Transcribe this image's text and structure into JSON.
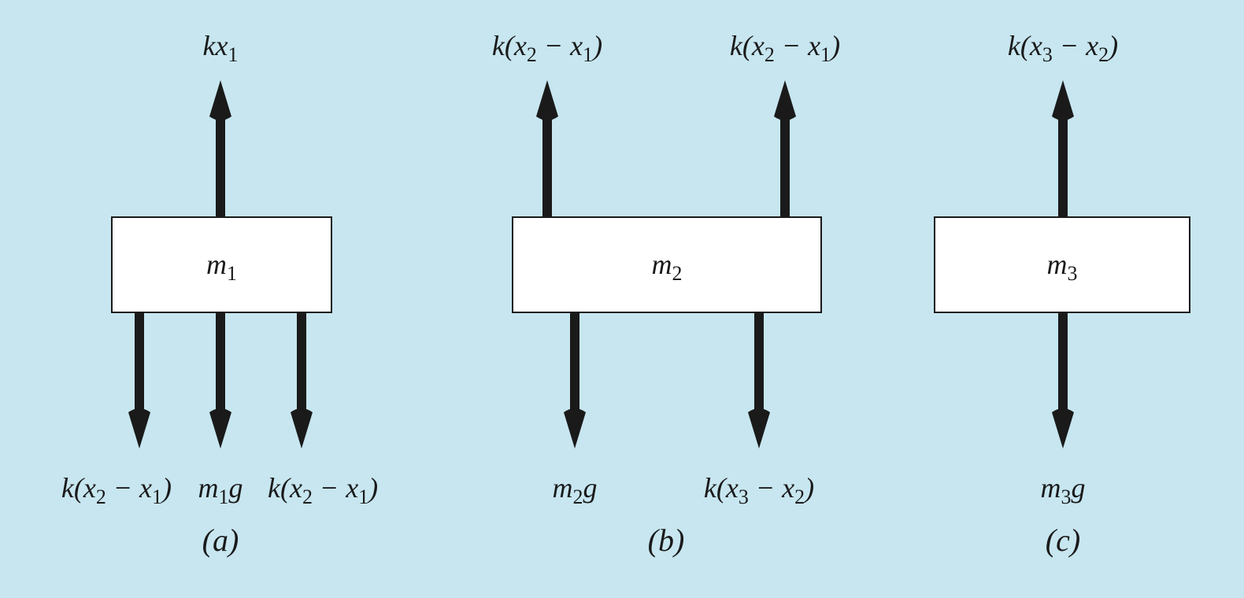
{
  "colors": {
    "background": "#c7e6f0",
    "arrow": "#1a1a1a",
    "box": "#ffffff"
  },
  "panels": [
    {
      "caption": [
        [
          "(a)",
          ""
        ]
      ],
      "mass": [
        [
          "m",
          ""
        ],
        [
          "",
          "1"
        ]
      ],
      "up_labels": [
        [
          [
            "kx",
            ""
          ],
          [
            "",
            "1"
          ]
        ]
      ],
      "down_labels": [
        [
          [
            "k(x",
            ""
          ],
          [
            "",
            "2"
          ],
          [
            " − x",
            ""
          ],
          [
            "",
            "1"
          ],
          [
            ")",
            ""
          ]
        ],
        [
          [
            "m",
            ""
          ],
          [
            "",
            "1"
          ],
          [
            "g",
            ""
          ]
        ],
        [
          [
            "k(x",
            ""
          ],
          [
            "",
            "2"
          ],
          [
            " − x",
            ""
          ],
          [
            "",
            "1"
          ],
          [
            ")",
            ""
          ]
        ]
      ]
    },
    {
      "caption": [
        [
          "(b)",
          ""
        ]
      ],
      "mass": [
        [
          "m",
          ""
        ],
        [
          "",
          "2"
        ]
      ],
      "up_labels": [
        [
          [
            "k(x",
            ""
          ],
          [
            "",
            "2"
          ],
          [
            " − x",
            ""
          ],
          [
            "",
            "1"
          ],
          [
            ")",
            ""
          ]
        ],
        [
          [
            "k(x",
            ""
          ],
          [
            "",
            "2"
          ],
          [
            " − x",
            ""
          ],
          [
            "",
            "1"
          ],
          [
            ")",
            ""
          ]
        ]
      ],
      "down_labels": [
        [
          [
            "m",
            ""
          ],
          [
            "",
            "2"
          ],
          [
            "g",
            ""
          ]
        ],
        [
          [
            "k(x",
            ""
          ],
          [
            "",
            "3"
          ],
          [
            " − x",
            ""
          ],
          [
            "",
            "2"
          ],
          [
            ")",
            ""
          ]
        ]
      ]
    },
    {
      "caption": [
        [
          "(c)",
          ""
        ]
      ],
      "mass": [
        [
          "m",
          ""
        ],
        [
          "",
          "3"
        ]
      ],
      "up_labels": [
        [
          [
            "k(x",
            ""
          ],
          [
            "",
            "3"
          ],
          [
            " − x",
            ""
          ],
          [
            "",
            "2"
          ],
          [
            ")",
            ""
          ]
        ]
      ],
      "down_labels": [
        [
          [
            "m",
            ""
          ],
          [
            "",
            "3"
          ],
          [
            "g",
            ""
          ]
        ]
      ]
    }
  ]
}
